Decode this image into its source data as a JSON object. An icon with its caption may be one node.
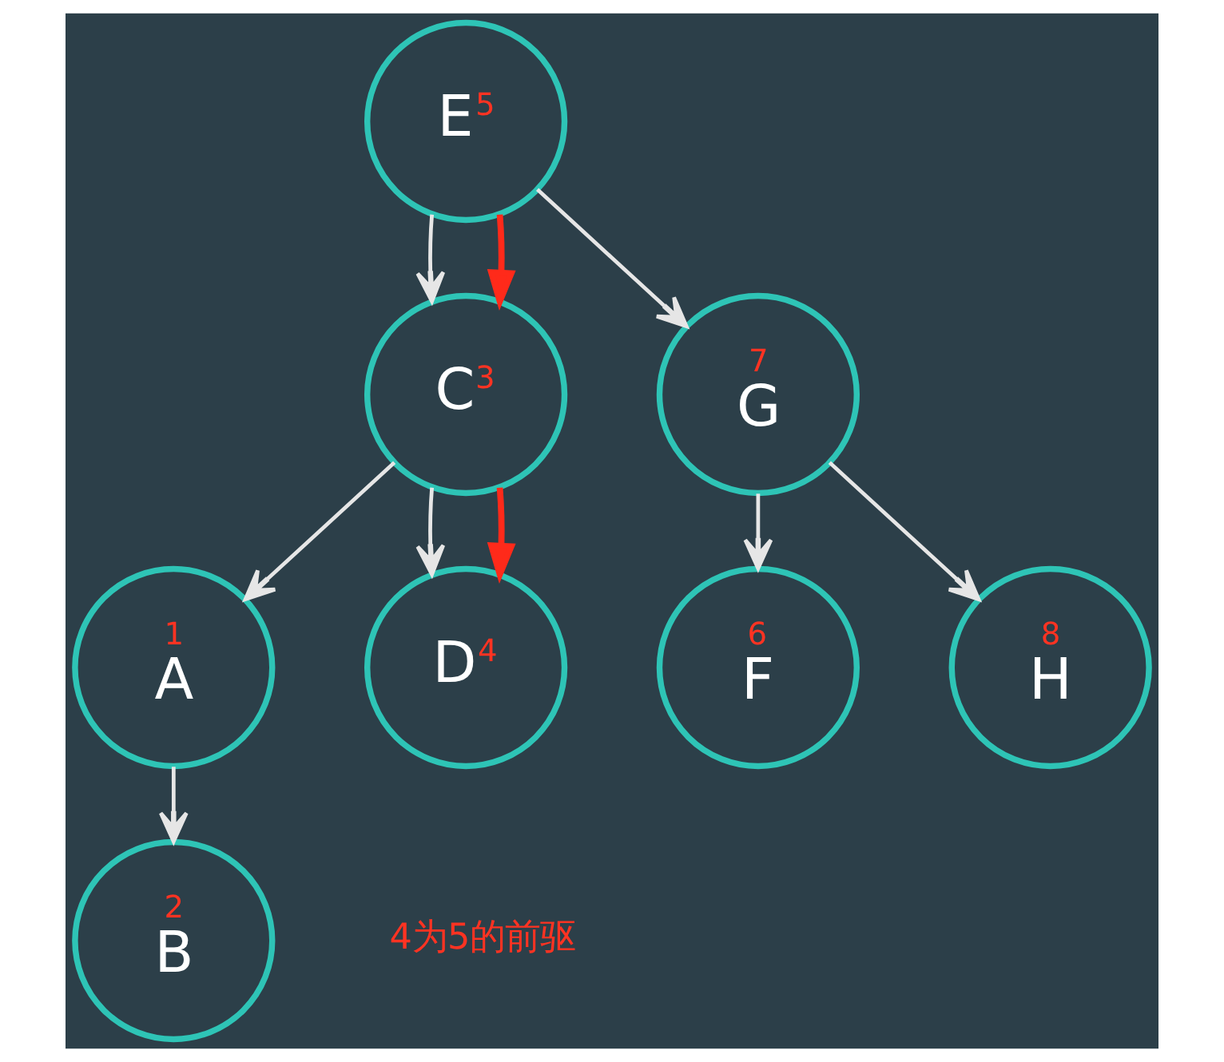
{
  "diagram": {
    "nodes": [
      {
        "text": [
          "E",
          "5"
        ]
      },
      {
        "text": [
          "C",
          "3"
        ]
      },
      {
        "text": [
          "7",
          "G"
        ]
      },
      {
        "text": [
          "1",
          "A"
        ]
      },
      {
        "text": [
          "D",
          "4"
        ]
      },
      {
        "text": [
          "6",
          "F"
        ]
      },
      {
        "text": [
          "8",
          "H"
        ]
      },
      {
        "text": [
          "2",
          "B"
        ]
      }
    ],
    "edges": [
      {
        "from": 0,
        "to": 1,
        "arrow": "to"
      },
      {
        "from": 0,
        "to": 2,
        "arrow": "to"
      },
      {
        "from": 1,
        "to": 3,
        "arrow": "to"
      },
      {
        "from": 1,
        "to": 4,
        "arrow": "to"
      },
      {
        "from": 2,
        "to": 5,
        "arrow": "to"
      },
      {
        "from": 2,
        "to": 6,
        "arrow": "to"
      },
      {
        "from": 3,
        "to": 7,
        "arrow": "to"
      },
      {
        "from": 0,
        "to": 1,
        "arrow": "to",
        "color": "#ff2a1a"
      },
      {
        "from": 1,
        "to": 4,
        "arrow": "to",
        "color": "#ff2a1a"
      }
    ],
    "labels": [
      "4为5的前驱"
    ]
  }
}
